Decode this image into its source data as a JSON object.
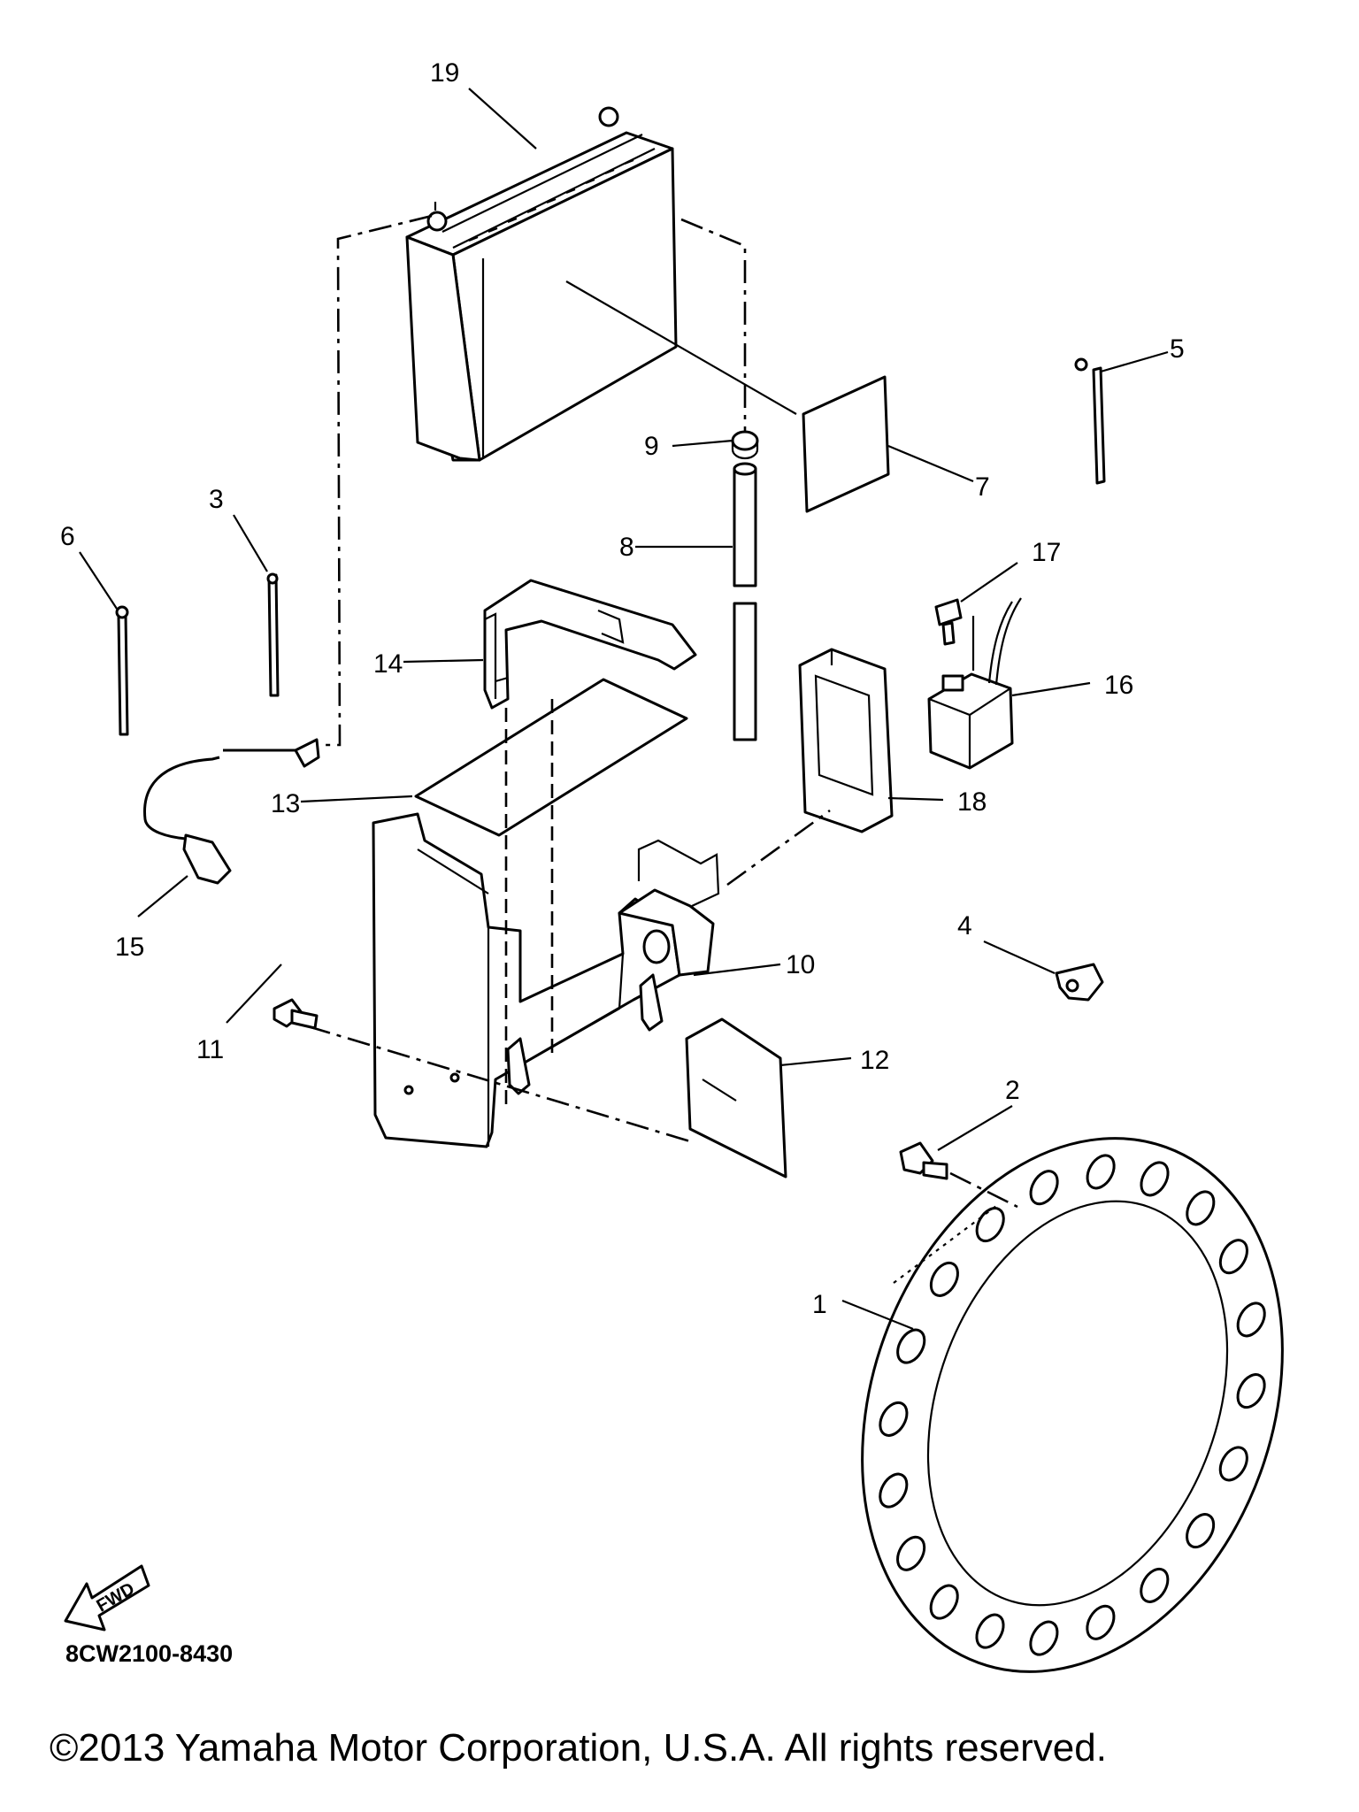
{
  "diagram": {
    "part_code": "8CW2100-8430",
    "copyright": "©2013 Yamaha Motor Corporation, U.S.A. All rights reserved.",
    "fwd_label": "FWD",
    "callouts": {
      "c1": "1",
      "c2": "2",
      "c3": "3",
      "c4": "4",
      "c5": "5",
      "c6": "6",
      "c7": "7",
      "c8": "8",
      "c9": "9",
      "c10": "10",
      "c11": "11",
      "c12": "12",
      "c13": "13",
      "c14": "14",
      "c15": "15",
      "c16": "16",
      "c17": "17",
      "c18": "18",
      "c19": "19"
    }
  }
}
